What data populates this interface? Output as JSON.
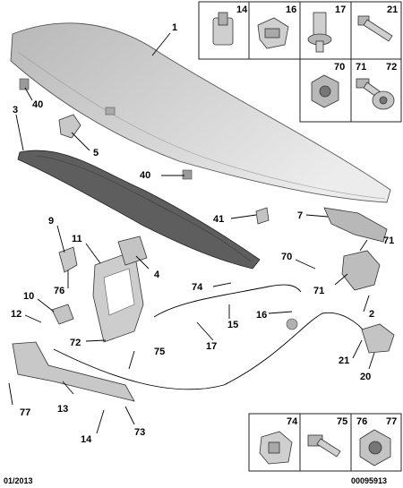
{
  "callouts": {
    "c1": "1",
    "c2": "2",
    "c3": "3",
    "c5": "5",
    "c7": "7",
    "c9": "9",
    "c10": "10",
    "c11": "11",
    "c12": "12",
    "c13": "13",
    "c14": "14",
    "c15": "15",
    "c16": "16",
    "c17": "17",
    "c20": "20",
    "c21": "21",
    "c40a": "40",
    "c40b": "40",
    "c41": "41",
    "c4": "4",
    "c70": "70",
    "c71a": "71",
    "c71b": "71",
    "c72": "72",
    "c73": "73",
    "c74": "74",
    "c75": "75",
    "c76": "76",
    "c77": "77"
  },
  "inset_top": {
    "labels": [
      "14",
      "16",
      "17",
      "21",
      "70",
      "71",
      "72"
    ]
  },
  "inset_bottom": {
    "labels": [
      "74",
      "75",
      "76",
      "77"
    ]
  },
  "footer": {
    "date": "01/2013",
    "ref": "00095913"
  },
  "colors": {
    "part_fill": "#c9c9c9",
    "part_dark": "#8a8a8a",
    "seal": "#5a5a5a",
    "inset_border": "#222222"
  }
}
